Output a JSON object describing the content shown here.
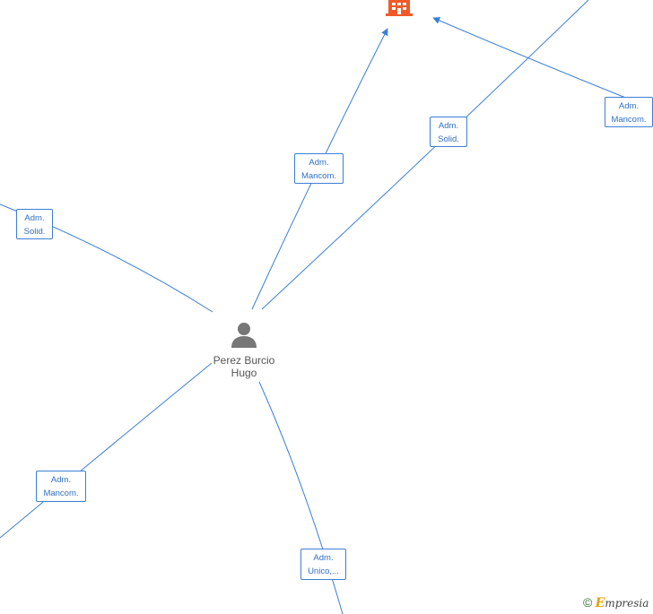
{
  "person": {
    "name_line1": "Perez Burcio",
    "name_line2": "Hugo",
    "icon": "person-icon"
  },
  "company": {
    "icon": "building-icon",
    "color": "#f05a28"
  },
  "edge_color": "#3b7fd4",
  "labels": {
    "top_right": [
      "Adm.",
      "Mancom."
    ],
    "upper_mid": [
      "Adm.",
      "Solid."
    ],
    "center_top": [
      "Adm.",
      "Mancom."
    ],
    "left": [
      "Adm.",
      "Solid."
    ],
    "lower_left": [
      "Adm.",
      "Mancom."
    ],
    "bottom": [
      "Adm.",
      "Unico,..."
    ]
  },
  "watermark": {
    "copyright": "©",
    "brand_initial": "E",
    "brand_rest": "mpresia"
  }
}
